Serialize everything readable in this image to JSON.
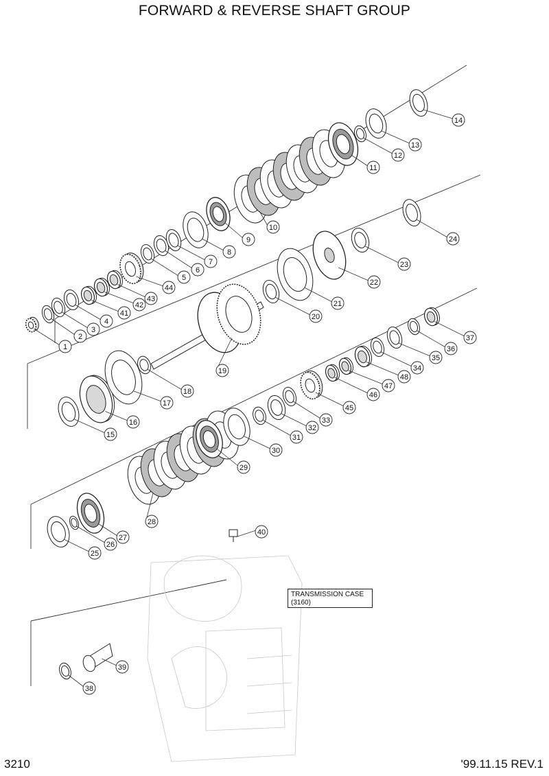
{
  "header": {
    "title": "FORWARD & REVERSE SHAFT GROUP"
  },
  "footer": {
    "page_number": "3210",
    "revision": "'99.11.15 REV.1"
  },
  "case_label": {
    "line1": "TRANSMISSION CASE",
    "line2": "(3160)"
  },
  "callouts": [
    "1",
    "2",
    "3",
    "4",
    "5",
    "6",
    "7",
    "8",
    "9",
    "10",
    "11",
    "12",
    "13",
    "14",
    "15",
    "16",
    "17",
    "18",
    "19",
    "20",
    "21",
    "22",
    "23",
    "24",
    "25",
    "26",
    "27",
    "28",
    "29",
    "30",
    "31",
    "32",
    "33",
    "34",
    "35",
    "36",
    "37",
    "38",
    "39",
    "40",
    "41",
    "42",
    "43",
    "44",
    "45",
    "46",
    "47",
    "48"
  ],
  "colors": {
    "line": "#222222",
    "light_line": "#bfbfbf",
    "hatch": "#7a7a7a"
  }
}
